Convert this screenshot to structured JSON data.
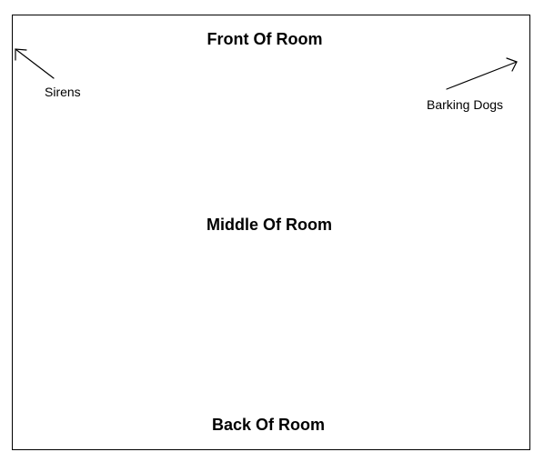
{
  "room": {
    "front_label": "Front Of Room",
    "middle_label": "Middle Of Room",
    "back_label": "Back Of Room"
  },
  "sounds": {
    "sirens_label": "Sirens",
    "barking_label": "Barking Dogs"
  },
  "colors": {
    "ink": "#000000",
    "background": "#ffffff"
  }
}
